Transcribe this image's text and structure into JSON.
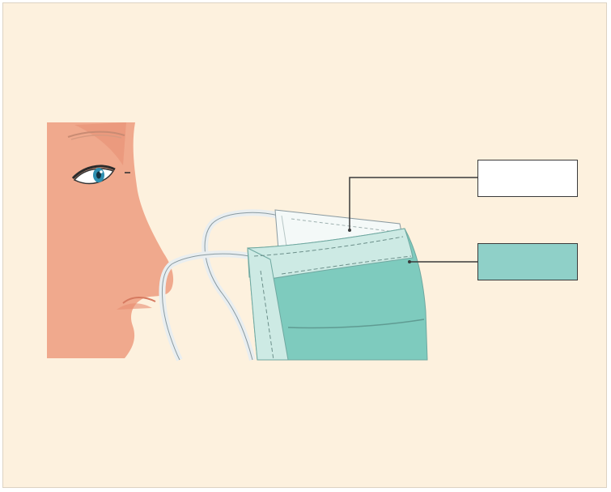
{
  "figure": {
    "subject": "person-wearing-surgical-mask-side-view",
    "colors": {
      "background": "#fdf1de",
      "skin": "#f0a98d",
      "skin_shadow": "#e88e72",
      "mask_outer": "#7ecbbe",
      "mask_inner": "#cdeae4",
      "mask_pale": "#e9f6f3",
      "leader_line": "#3a3a3a"
    },
    "callouts": [
      {
        "name": "inner-layer-label",
        "text": "",
        "fill": "#ffffff"
      },
      {
        "name": "outer-layer-label",
        "text": "",
        "fill": "#8fd0c8"
      }
    ]
  }
}
